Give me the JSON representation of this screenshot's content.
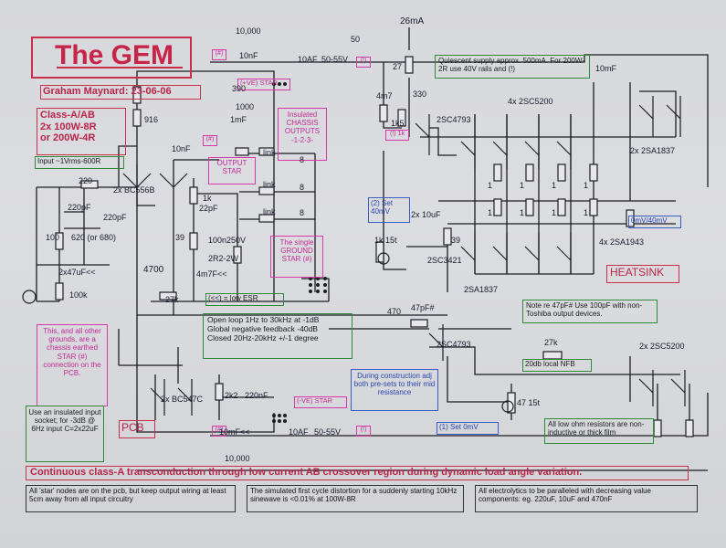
{
  "title": "The GEM",
  "author": "Graham Maynard: 23-06-06",
  "class_box": [
    "Class-A/AB",
    "2x 100W-8R",
    "or 200W-4R"
  ],
  "input_note": "Input ~1Vrms-600R",
  "star_note": "This, and all other grounds, are a chassis earthed STAR (#) connection on the PCB.",
  "socket_note": "Use an insulated input socket; for -3dB @ 6Hz input C=2x22uF",
  "pcb_label": "PCB",
  "quiescent_note": "Quiescent supply approx. 500mA. For 200W-2R use 40V rails and (!)",
  "loop_note": [
    "Open loop 1Hz to 30kHz at -1dB",
    "Global negative feedback -40dB",
    "Closed 20Hz-20kHz +/-1 degree"
  ],
  "construction_note": "During construction adj both pre-sets to their mid resistance",
  "output_star": "OUTPUT STAR",
  "insulated_outputs": "Insulated CHASSIS OUTPUTS -1-2-3-",
  "single_ground": "The single GROUND STAR (#)",
  "low_esr": "(<<) = low ESR",
  "vplus_star": "(+VE) STAR",
  "vminus_star": "(-VE) STAR",
  "set_40mv": "(2) Set 40mV",
  "set_0mv": "(1) Set 0mV",
  "reading_0mv": "0mV/40mV",
  "heatsink": "HEATSINK",
  "note_47pf": "Note re 47pF# Use 100pF with non-Toshiba output devices.",
  "local_nfb": "20db local NFB",
  "low_ohm_note": "All low ohm resistors are non-inductive or thick film",
  "banner": "Continuous class-A transconduction through low current AB crossover region during dynamic load angle variation.",
  "foot1": "All 'star' nodes are on the pcb, but keep output wiring at least 5cm away from all input circuitry",
  "foot2": "The simulated first cycle distortion for a suddenly starting 10kHz sinewave is <0.01% at 100W-8R",
  "foot3": "All electrolytics to be paralleled with decreasing value components: eg. 220uF, 10uF and 470nF",
  "parts": {
    "hash_top": "(#)",
    "hash_bot": "(#)",
    "bang_top": "(!)",
    "bang_bot": "(!)",
    "hash_mid": "(#)",
    "c10000_top": "10,000",
    "c10nf_top": "10nF",
    "c10af_top": "10AF",
    "v5055_top": "50-55V",
    "v50": "50",
    "ma26": "26mA",
    "r27": "27",
    "r330": "330",
    "c4m7": "4m7",
    "r1k5": "1k5",
    "r390": "390",
    "c1mf": "1mF",
    "c1000": "1000",
    "r1k_mid": "(!) 1k",
    "q_2sc4793_top": "2SC4793",
    "q_4x2sc5200": "4x 2SC5200",
    "c10mf_r": "10mF",
    "q_2x2sa1837": "2x 2SA1837",
    "r_left_top": "916",
    "c10nf_l": "10nF",
    "q_2xbc556b": "2x BC556B",
    "r220": "220",
    "c220pf_a": "220pF",
    "c220pf_b": "220pF",
    "r100": "100",
    "r620": "620 (or 680)",
    "c2x47": "2x47uF<<",
    "r100k": "100k",
    "r1k_a": "1k",
    "c22pf": "22pF",
    "r39a": "39",
    "c100n": "100n250V",
    "r2r2": "2R2-2W",
    "c4m7f": "4m7F<<",
    "r4700": "4700",
    "r27k": "27k",
    "link1": "link",
    "link2": "link",
    "link3": "link",
    "l8a": "8",
    "l8b": "8",
    "l8c": "8",
    "c2x10": "2x 10uF",
    "p1k15t": "1k 15t",
    "r39b": "39",
    "q_2sc3421": "2SC3421",
    "q_2sa1837": "2SA1837",
    "q_4x2sa1943": "4x 2SA1943",
    "r470": "470",
    "c47pf": "47pF#",
    "q_2sc4793_b": "2SC4793",
    "r27k_b": "27k",
    "q_2x2sc5200": "2x 2SC5200",
    "q_2xbc547c": "2x BC547C",
    "r2k2": "2k2",
    "c220nf": "220nF",
    "p47_15t": "47 15t",
    "c10mf_b": "10mF<<",
    "c10af_b": "10AF",
    "v5055_b": "50-55V",
    "c10000_b": "10,000",
    "one1": "1",
    "one2": "1",
    "one3": "1",
    "one4": "1",
    "one5": "1",
    "one6": "1",
    "one7": "1",
    "one8": "1"
  }
}
